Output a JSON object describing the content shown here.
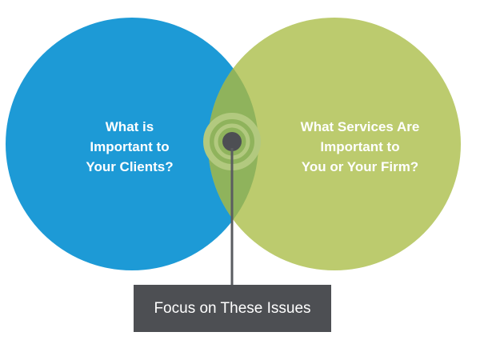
{
  "diagram": {
    "left_circle": {
      "lines": [
        "What is",
        "Important to",
        "Your Clients?"
      ],
      "color": "#1d9ad6"
    },
    "right_circle": {
      "lines": [
        "What Services Are",
        "Important to",
        "You or Your Firm?"
      ],
      "color": "#bccb6e"
    },
    "overlap_color": "#8fb35c",
    "target_ring_color": "#b2c97f",
    "target_dot_color": "#4d4f53",
    "focus_label": "Focus on These Issues",
    "focus_box_color": "#4d4f53",
    "connector_color": "#5a5c60"
  }
}
